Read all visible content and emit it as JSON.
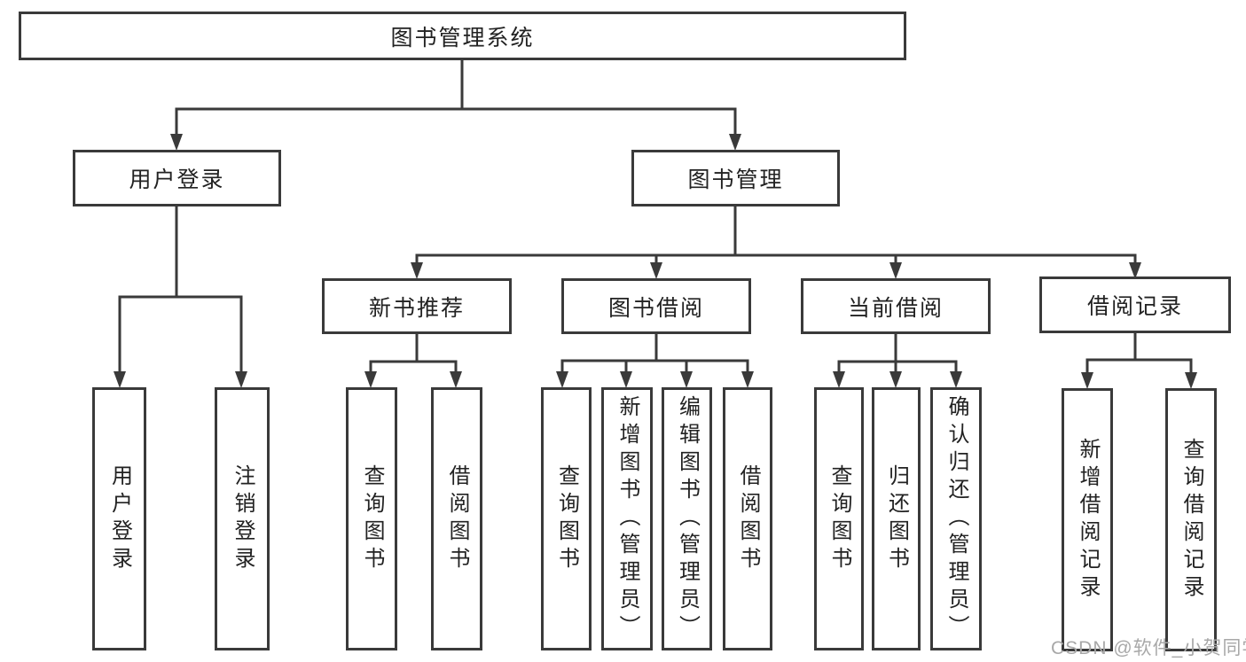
{
  "diagram": {
    "root": "图书管理系统",
    "branches": [
      {
        "label": "用户登录",
        "children": [
          "用户登录",
          "注销登录"
        ]
      },
      {
        "label": "图书管理",
        "sections": [
          {
            "label": "新书推荐",
            "children": [
              "查询图书",
              "借阅图书"
            ]
          },
          {
            "label": "图书借阅",
            "children": [
              "查询图书",
              "新增图书（管理员）",
              "编辑图书（管理员）",
              "借阅图书"
            ]
          },
          {
            "label": "当前借阅",
            "children": [
              "查询图书",
              "归还图书",
              "确认归还（管理员）"
            ]
          },
          {
            "label": "借阅记录",
            "children": [
              "新增借阅记录",
              "查询借阅记录"
            ]
          }
        ]
      }
    ]
  },
  "watermark": "CSDN @软件_小贺同学",
  "colors": {
    "line": "#3a3a3a",
    "text": "#222222",
    "watermark": "#a8a8a8",
    "background": "#ffffff"
  }
}
